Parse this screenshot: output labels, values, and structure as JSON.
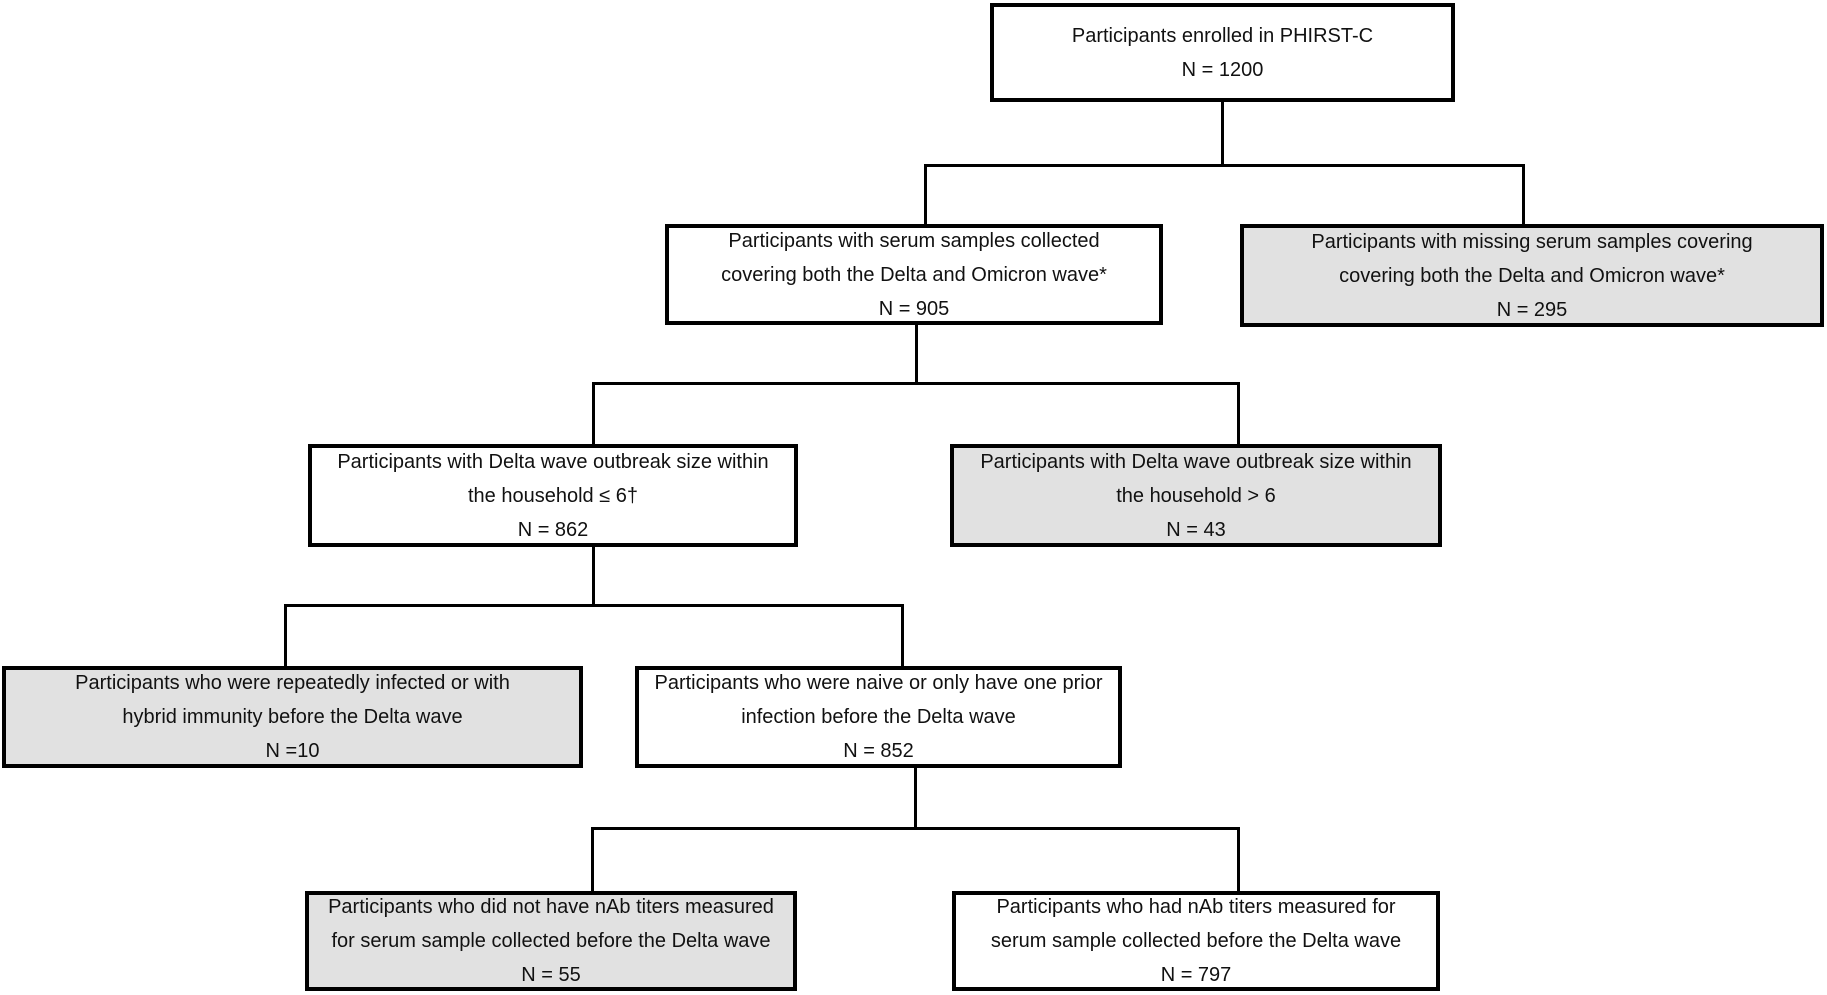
{
  "diagram": {
    "type": "participant-flow-diagram",
    "study": "PHIRST-C",
    "colors": {
      "box_border": "#000000",
      "included_fill": "#ffffff",
      "excluded_fill": "#e1e1e1",
      "connector": "#000000",
      "text": "#111111"
    },
    "nodes": {
      "enrolled": {
        "text": "Participants enrolled in PHIRST-C",
        "n": "N = 1200",
        "excluded": false
      },
      "serum_collected": {
        "text": "Participants with serum samples collected\ncovering both the Delta and Omicron wave*",
        "n": "N = 905",
        "excluded": false
      },
      "serum_missing": {
        "text": "Participants with missing serum samples covering\ncovering both the Delta and Omicron wave*",
        "n": "N = 295",
        "excluded": true
      },
      "outbreak_le6": {
        "text": "Participants with Delta wave outbreak size within\nthe household ≤ 6†",
        "n": "N = 862",
        "excluded": false
      },
      "outbreak_gt6": {
        "text": "Participants with Delta wave outbreak size within\nthe household > 6",
        "n": "N = 43",
        "excluded": true
      },
      "repeat_hybrid": {
        "text": "Participants who were repeatedly infected or with\nhybrid immunity before the Delta wave",
        "n": "N =10",
        "excluded": true
      },
      "naive_one_prior": {
        "text": "Participants who were naive or only have one prior\ninfection before the Delta wave",
        "n": "N = 852",
        "excluded": false
      },
      "no_nab_titers": {
        "text": "Participants who did not have nAb titers measured\nfor serum sample collected before the Delta wave",
        "n": "N = 55",
        "excluded": true
      },
      "nab_titers_measured": {
        "text": "Participants who had nAb titers measured for\nserum sample collected before the Delta wave",
        "n": "N = 797",
        "excluded": false
      }
    }
  }
}
